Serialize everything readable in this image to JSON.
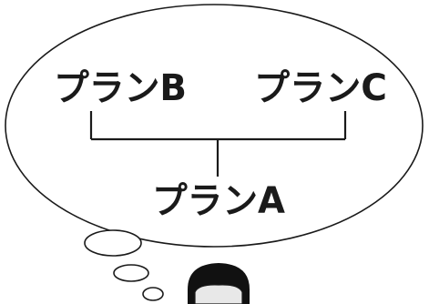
{
  "diagram": {
    "plans": {
      "left": "プランB",
      "right": "プランC",
      "root": "プランA"
    },
    "colors": {
      "stroke": "#1a1a1a",
      "fill": "#ffffff",
      "face": "#e8e8e8",
      "hair": "#111111"
    }
  }
}
